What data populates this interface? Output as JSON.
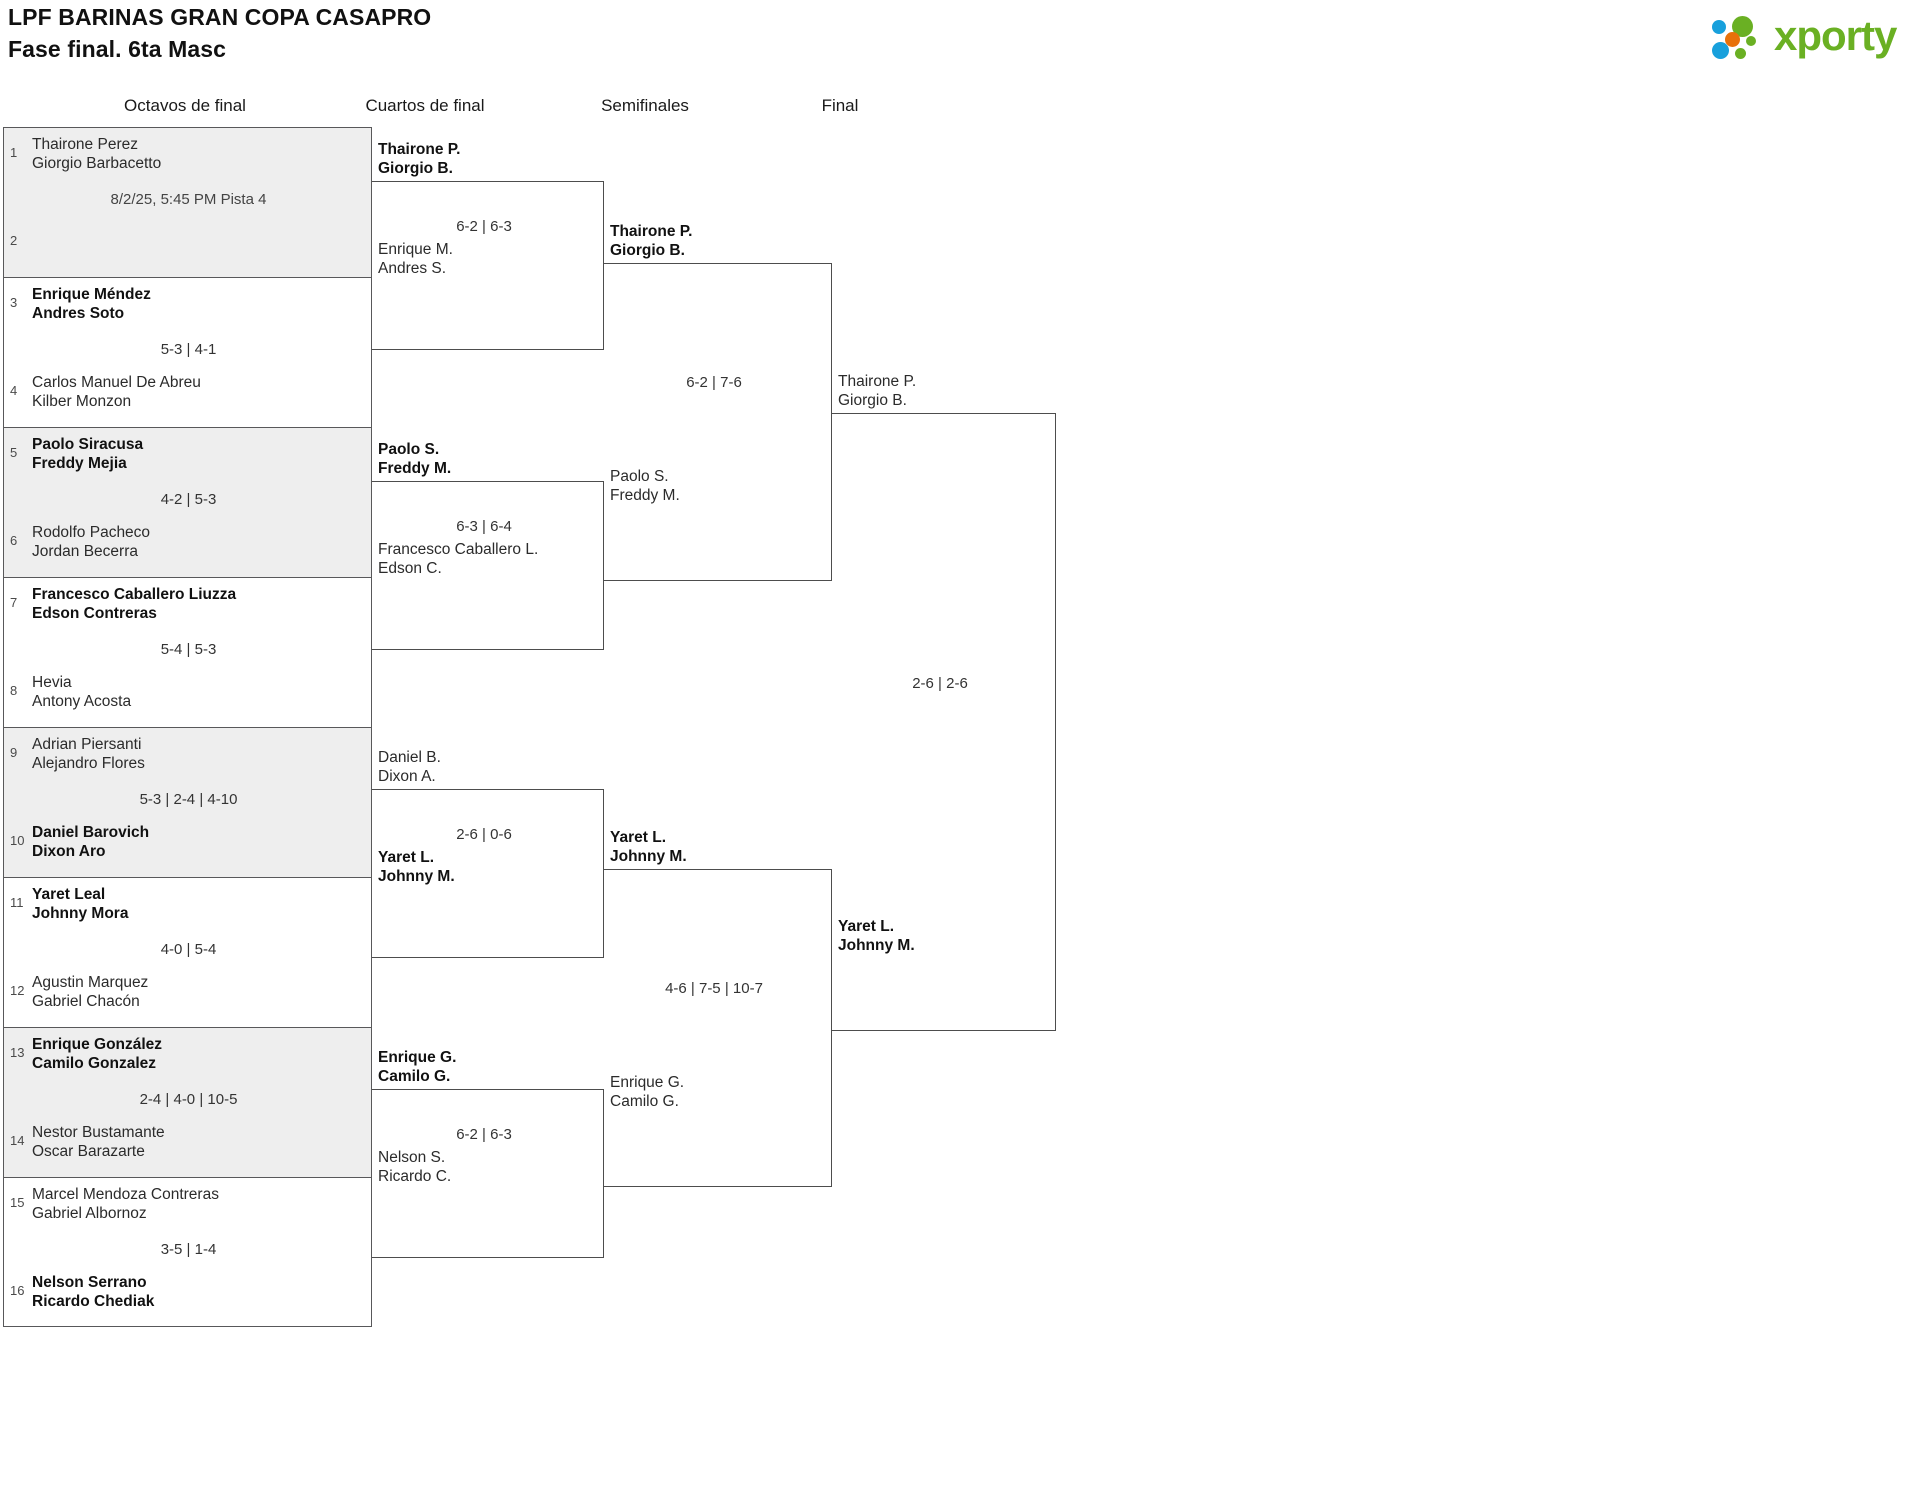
{
  "header": {
    "title": "LPF BARINAS GRAN COPA CASAPRO",
    "subtitle": "Fase final. 6ta Masc",
    "logo_text": "xporty",
    "logo_colors": {
      "green": "#6ab023",
      "blue": "#18a0dc",
      "orange": "#e8710a"
    }
  },
  "rounds": [
    {
      "id": "octavos",
      "label": "Octavos de final"
    },
    {
      "id": "cuartos",
      "label": "Cuartos de final"
    },
    {
      "id": "semis",
      "label": "Semifinales"
    },
    {
      "id": "final",
      "label": "Final"
    }
  ],
  "round1": [
    {
      "seed_top": "1",
      "seed_bot": "2",
      "top": {
        "p1": "Thairone Perez",
        "p2": "Giorgio Barbacetto",
        "winner": false
      },
      "bottom": {
        "p1": "",
        "p2": "",
        "winner": false
      },
      "schedule": "8/2/25, 5:45 PM Pista 4",
      "score": ""
    },
    {
      "seed_top": "3",
      "seed_bot": "4",
      "top": {
        "p1": "Enrique Méndez",
        "p2": "Andres Soto",
        "winner": true
      },
      "bottom": {
        "p1": "Carlos Manuel De Abreu",
        "p2": "Kilber Monzon",
        "winner": false
      },
      "schedule": "",
      "score": "5-3 | 4-1"
    },
    {
      "seed_top": "5",
      "seed_bot": "6",
      "top": {
        "p1": "Paolo Siracusa",
        "p2": "Freddy Mejia",
        "winner": true
      },
      "bottom": {
        "p1": "Rodolfo Pacheco",
        "p2": "Jordan Becerra",
        "winner": false
      },
      "schedule": "",
      "score": "4-2 | 5-3"
    },
    {
      "seed_top": "7",
      "seed_bot": "8",
      "top": {
        "p1": "Francesco Caballero Liuzza",
        "p2": "Edson Contreras",
        "winner": true
      },
      "bottom": {
        "p1": "Hevia",
        "p2": "Antony Acosta",
        "winner": false
      },
      "schedule": "",
      "score": "5-4 | 5-3"
    },
    {
      "seed_top": "9",
      "seed_bot": "10",
      "top": {
        "p1": "Adrian Piersanti",
        "p2": "Alejandro Flores",
        "winner": false
      },
      "bottom": {
        "p1": "Daniel Barovich",
        "p2": "Dixon Aro",
        "winner": true
      },
      "schedule": "",
      "score": "5-3 | 2-4 | 4-10"
    },
    {
      "seed_top": "11",
      "seed_bot": "12",
      "top": {
        "p1": "Yaret Leal",
        "p2": "Johnny Mora",
        "winner": true
      },
      "bottom": {
        "p1": "Agustin Marquez",
        "p2": "Gabriel Chacón",
        "winner": false
      },
      "schedule": "",
      "score": "4-0 | 5-4"
    },
    {
      "seed_top": "13",
      "seed_bot": "14",
      "top": {
        "p1": "Enrique González",
        "p2": "Camilo Gonzalez",
        "winner": true
      },
      "bottom": {
        "p1": "Nestor Bustamante",
        "p2": "Oscar Barazarte",
        "winner": false
      },
      "schedule": "",
      "score": "2-4 | 4-0 | 10-5"
    },
    {
      "seed_top": "15",
      "seed_bot": "16",
      "top": {
        "p1": "Marcel Mendoza Contreras",
        "p2": "Gabriel Albornoz",
        "winner": false
      },
      "bottom": {
        "p1": "Nelson Serrano",
        "p2": "Ricardo Chediak",
        "winner": true
      },
      "schedule": "",
      "score": "3-5 | 1-4"
    }
  ],
  "round2": [
    {
      "top": {
        "p1": "Thairone P.",
        "p2": "Giorgio B.",
        "winner": true
      },
      "bottom": {
        "p1": "Enrique M.",
        "p2": "Andres S.",
        "winner": false
      },
      "score": "6-2 | 6-3"
    },
    {
      "top": {
        "p1": "Paolo S.",
        "p2": "Freddy M.",
        "winner": true
      },
      "bottom": {
        "p1": "Francesco Caballero L.",
        "p2": "Edson C.",
        "winner": false
      },
      "score": "6-3 | 6-4"
    },
    {
      "top": {
        "p1": "Daniel B.",
        "p2": "Dixon A.",
        "winner": false
      },
      "bottom": {
        "p1": "Yaret L.",
        "p2": "Johnny M.",
        "winner": true
      },
      "score": "2-6 | 0-6"
    },
    {
      "top": {
        "p1": "Enrique G.",
        "p2": "Camilo G.",
        "winner": true
      },
      "bottom": {
        "p1": "Nelson S.",
        "p2": "Ricardo C.",
        "winner": false
      },
      "score": "6-2 | 6-3"
    }
  ],
  "round3": [
    {
      "top": {
        "p1": "Thairone P.",
        "p2": "Giorgio B.",
        "winner": true
      },
      "bottom": {
        "p1": "Paolo S.",
        "p2": "Freddy M.",
        "winner": false
      },
      "score": "6-2 | 7-6"
    },
    {
      "top": {
        "p1": "Yaret L.",
        "p2": "Johnny M.",
        "winner": true
      },
      "bottom": {
        "p1": "Enrique G.",
        "p2": "Camilo G.",
        "winner": false
      },
      "score": "4-6 | 7-5 | 10-7"
    }
  ],
  "round4": [
    {
      "top": {
        "p1": "Thairone P.",
        "p2": "Giorgio B.",
        "winner": false
      },
      "bottom": {
        "p1": "Yaret L.",
        "p2": "Johnny M.",
        "winner": true
      },
      "score": "2-6 | 2-6"
    }
  ]
}
